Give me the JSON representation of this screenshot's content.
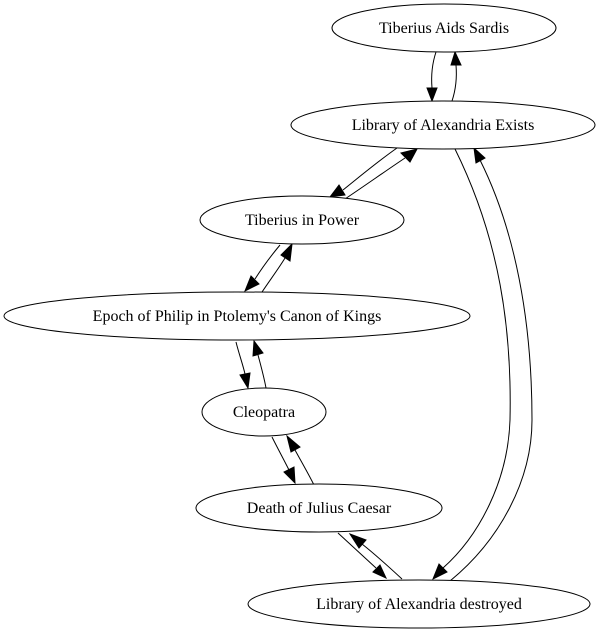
{
  "diagram": {
    "type": "directed-graph",
    "nodes": [
      {
        "id": "tiberius_aids_sardis",
        "label": "Tiberius Aids Sardis"
      },
      {
        "id": "library_exists",
        "label": "Library of Alexandria Exists"
      },
      {
        "id": "tiberius_in_power",
        "label": "Tiberius in Power"
      },
      {
        "id": "epoch_of_philip",
        "label": "Epoch of Philip in Ptolemy's Canon of Kings"
      },
      {
        "id": "cleopatra",
        "label": "Cleopatra"
      },
      {
        "id": "death_of_julius_caesar",
        "label": "Death of Julius Caesar"
      },
      {
        "id": "library_destroyed",
        "label": "Library of Alexandria destroyed"
      }
    ],
    "edges": [
      {
        "from": "tiberius_aids_sardis",
        "to": "library_exists"
      },
      {
        "from": "library_exists",
        "to": "tiberius_aids_sardis"
      },
      {
        "from": "library_exists",
        "to": "tiberius_in_power"
      },
      {
        "from": "tiberius_in_power",
        "to": "library_exists"
      },
      {
        "from": "tiberius_in_power",
        "to": "epoch_of_philip"
      },
      {
        "from": "epoch_of_philip",
        "to": "tiberius_in_power"
      },
      {
        "from": "epoch_of_philip",
        "to": "cleopatra"
      },
      {
        "from": "cleopatra",
        "to": "epoch_of_philip"
      },
      {
        "from": "cleopatra",
        "to": "death_of_julius_caesar"
      },
      {
        "from": "death_of_julius_caesar",
        "to": "cleopatra"
      },
      {
        "from": "death_of_julius_caesar",
        "to": "library_destroyed"
      },
      {
        "from": "library_destroyed",
        "to": "death_of_julius_caesar"
      },
      {
        "from": "library_exists",
        "to": "library_destroyed"
      },
      {
        "from": "library_destroyed",
        "to": "library_exists"
      }
    ]
  }
}
